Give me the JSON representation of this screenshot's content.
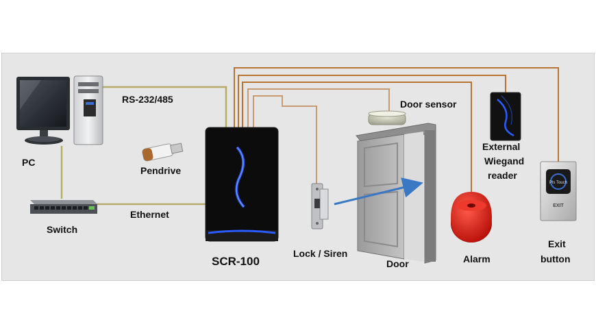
{
  "labels": {
    "pc": "PC",
    "rs": "RS-232/485",
    "pendrive": "Pendrive",
    "switch": "Switch",
    "ethernet": "Ethernet",
    "device": "SCR-100",
    "lock": "Lock / Siren",
    "door": "Door",
    "door_sensor": "Door sensor",
    "external_line1": "External",
    "external_line2": "Wiegand",
    "external_line3": "reader",
    "alarm": "Alarm",
    "exit_line1": "Exit",
    "exit_line2": "button",
    "exit_plate_text": "EXIT",
    "exit_button_text": "Pls Touch"
  },
  "colors": {
    "panel_background": "#e6e6e6",
    "network_wire": "#b5aa6a",
    "control_wire": "#b87333",
    "door_wire": "#c89a70",
    "arrow": "#3a78c3",
    "device_body": "#0c0c0c",
    "device_accent": "#2a5cff",
    "alarm_red": "#dd1f14"
  },
  "icons": {
    "pc": "desktop-computer-icon",
    "pendrive": "usb-drive-icon",
    "switch": "network-switch-icon",
    "device": "access-control-terminal",
    "lock": "electric-strike-lock-icon",
    "door": "open-door-icon",
    "door_sensor": "door-sensor-icon",
    "external_reader": "wiegand-reader-icon",
    "alarm": "alarm-bell-icon",
    "exit_button": "exit-button-icon"
  }
}
